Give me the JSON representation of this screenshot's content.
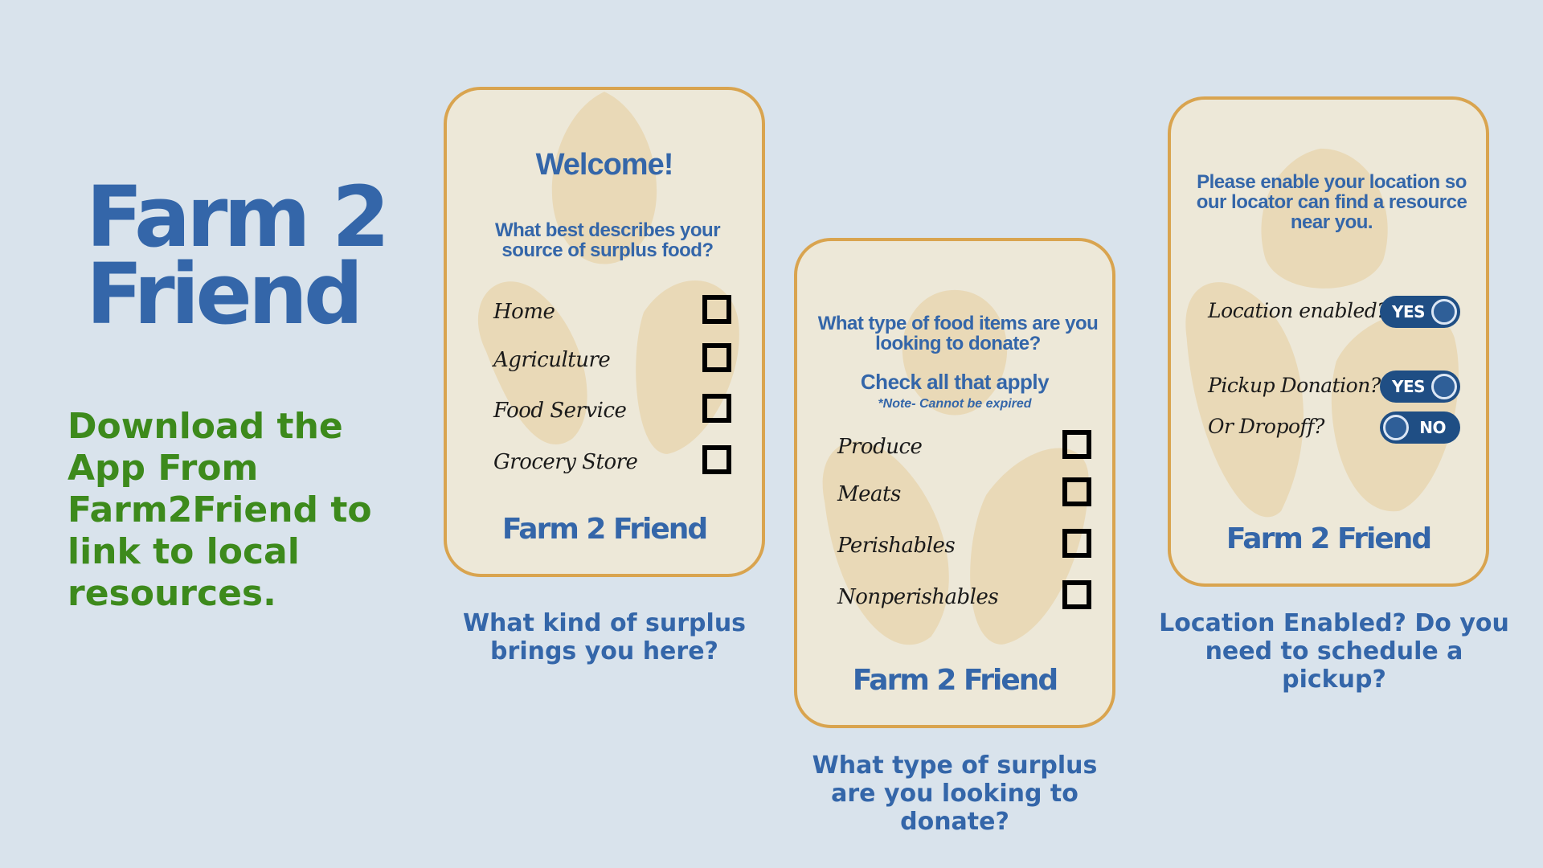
{
  "brand": {
    "title_line1": "Farm 2",
    "title_line2": "Friend",
    "tagline": "Download the App From Farm2Friend to link to local resources."
  },
  "colors": {
    "background": "#d9e3ec",
    "brand_blue": "#3466a9",
    "tagline_green": "#3d8a1c",
    "card_fill": "#ede8d8",
    "card_border": "#d9a44f",
    "watermark": "#e9d9b7",
    "toggle": "#1f4e84"
  },
  "screens": [
    {
      "heading": "Welcome!",
      "question": "What best describes your source of surplus food?",
      "options": [
        {
          "label": "Home",
          "checked": false
        },
        {
          "label": "Agriculture",
          "checked": false
        },
        {
          "label": "Food Service",
          "checked": false
        },
        {
          "label": "Grocery Store",
          "checked": false
        }
      ],
      "footer_brand": "Farm 2 Friend",
      "caption": "What kind of surplus brings you here?"
    },
    {
      "question": "What type of food items are you looking to donate?",
      "subheading": "Check all that apply",
      "note": "*Note- Cannot be expired",
      "options": [
        {
          "label": "Produce",
          "checked": false
        },
        {
          "label": "Meats",
          "checked": false
        },
        {
          "label": "Perishables",
          "checked": false
        },
        {
          "label": "Nonperishables",
          "checked": false
        }
      ],
      "footer_brand": "Farm 2 Friend",
      "caption": "What type of surplus are you looking to donate?"
    },
    {
      "question": "Please enable your location so our locator can find a resource near you.",
      "toggles": [
        {
          "label": "Location enabled?",
          "state_text": "YES",
          "on": true
        },
        {
          "label": "Pickup Donation?",
          "state_text": "YES",
          "on": true
        },
        {
          "label": "Or Dropoff?",
          "state_text": "NO",
          "on": false
        }
      ],
      "footer_brand": "Farm 2 Friend",
      "caption": "Location Enabled? Do you need to schedule a pickup?"
    }
  ]
}
